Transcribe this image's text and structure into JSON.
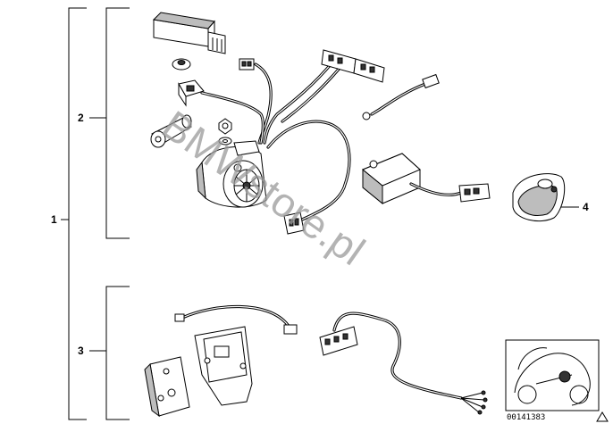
{
  "callouts": {
    "item_1": "1",
    "item_2": "2",
    "item_3": "3",
    "item_4": "4"
  },
  "watermark": "BMWstore.pl",
  "reference_number": "00141383",
  "colors": {
    "line": "#000000",
    "watermark": "#9a9a9a",
    "background": "#ffffff"
  }
}
